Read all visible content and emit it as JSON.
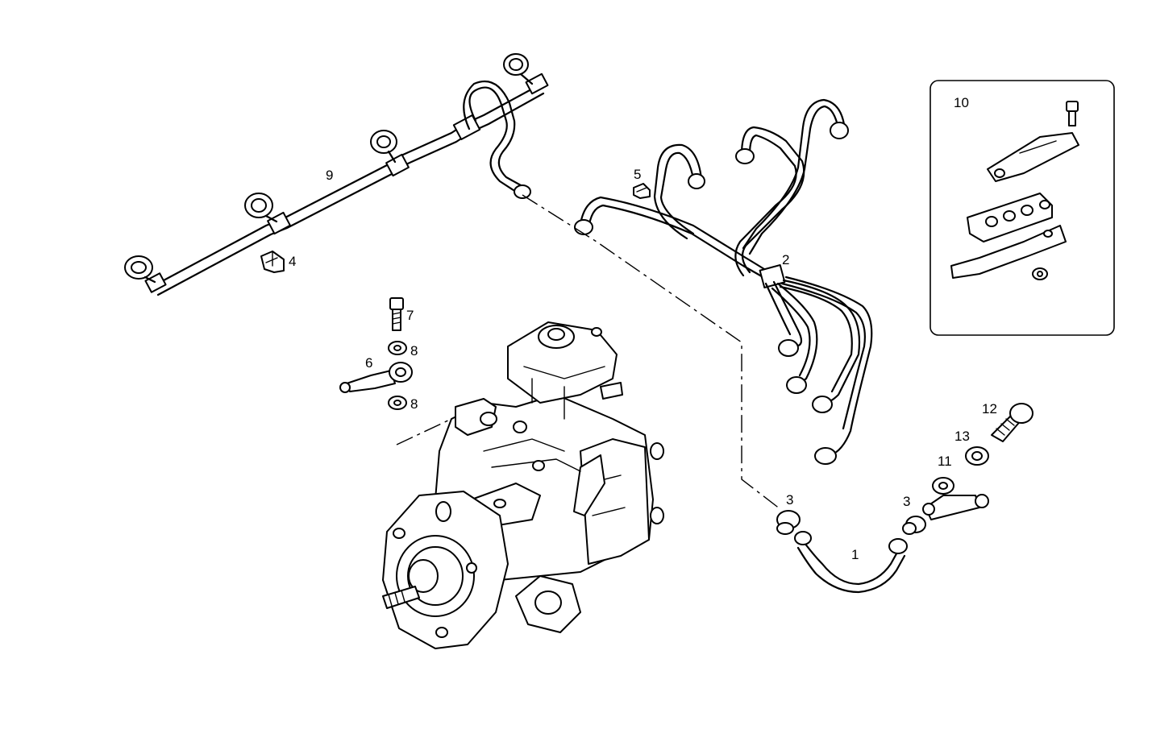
{
  "callouts": {
    "c1": "1",
    "c2": "2",
    "c3a": "3",
    "c3b": "3",
    "c4": "4",
    "c5": "5",
    "c6": "6",
    "c7": "7",
    "c8a": "8",
    "c8b": "8",
    "c9": "9",
    "c10": "10",
    "c11": "11",
    "c12": "12",
    "c13": "13"
  }
}
